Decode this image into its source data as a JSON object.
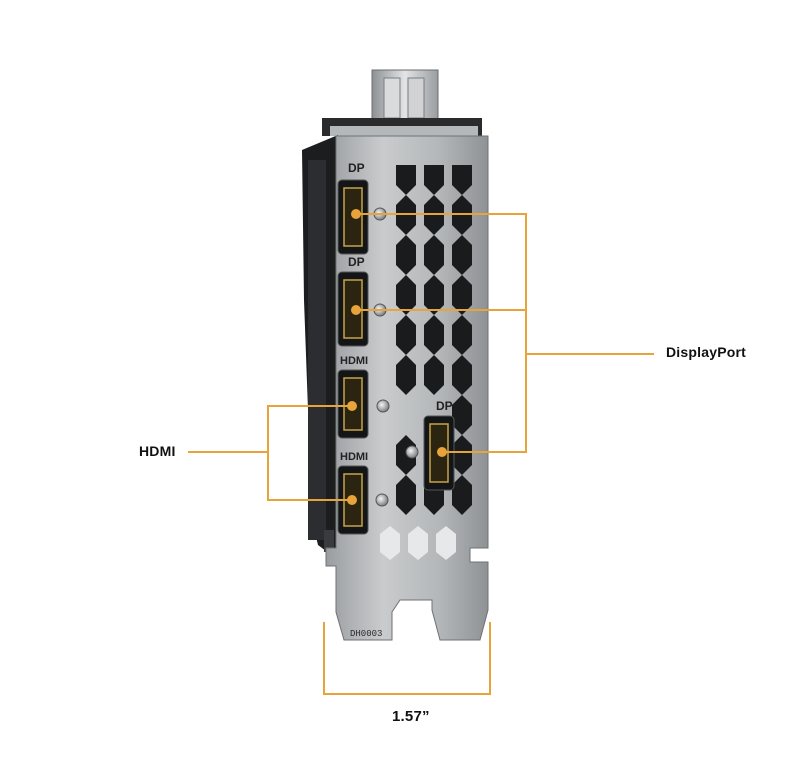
{
  "callouts": {
    "displayport": "DisplayPort",
    "hdmi": "HDMI",
    "width": "1.57”"
  },
  "port_labels": {
    "dp1": "DP",
    "dp2": "DP",
    "hdmi1": "HDMI",
    "hdmi2": "HDMI",
    "dp3": "DP"
  },
  "bracket_marking": "DH0003",
  "colors": {
    "accent": "#e8a33a",
    "bracket_metal": "#b9bcbe",
    "text": "#111111"
  }
}
